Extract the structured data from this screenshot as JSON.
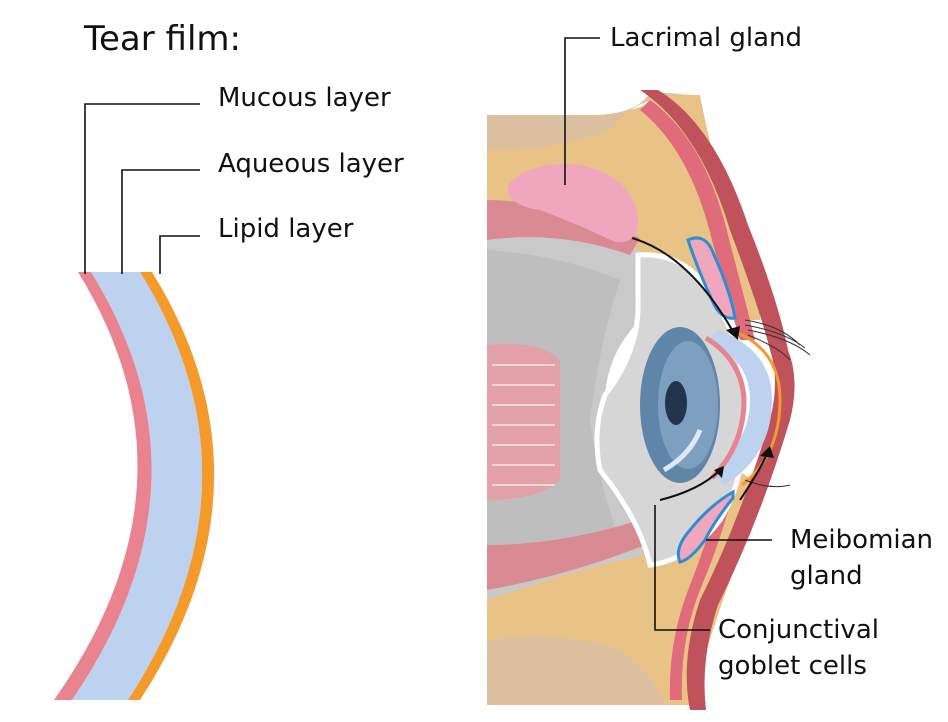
{
  "title": "Tear film:",
  "labels": {
    "mucous": "Mucous layer",
    "aqueous": "Aqueous layer",
    "lipid": "Lipid layer",
    "lacrimal": "Lacrimal gland",
    "meibomian_line1": "Meibomian",
    "meibomian_line2": "gland",
    "conj_line1": "Conjunctival",
    "conj_line2": "goblet cells"
  },
  "colors": {
    "mucous": "#e8838f",
    "aqueous": "#bcd2ee",
    "lipid": "#f39a2b",
    "skin": "#e9c385",
    "muscle": "#e06b7a",
    "sclera": "#d7d7d7",
    "iris": "#5f85a8",
    "gland": "#f0a7bd"
  }
}
